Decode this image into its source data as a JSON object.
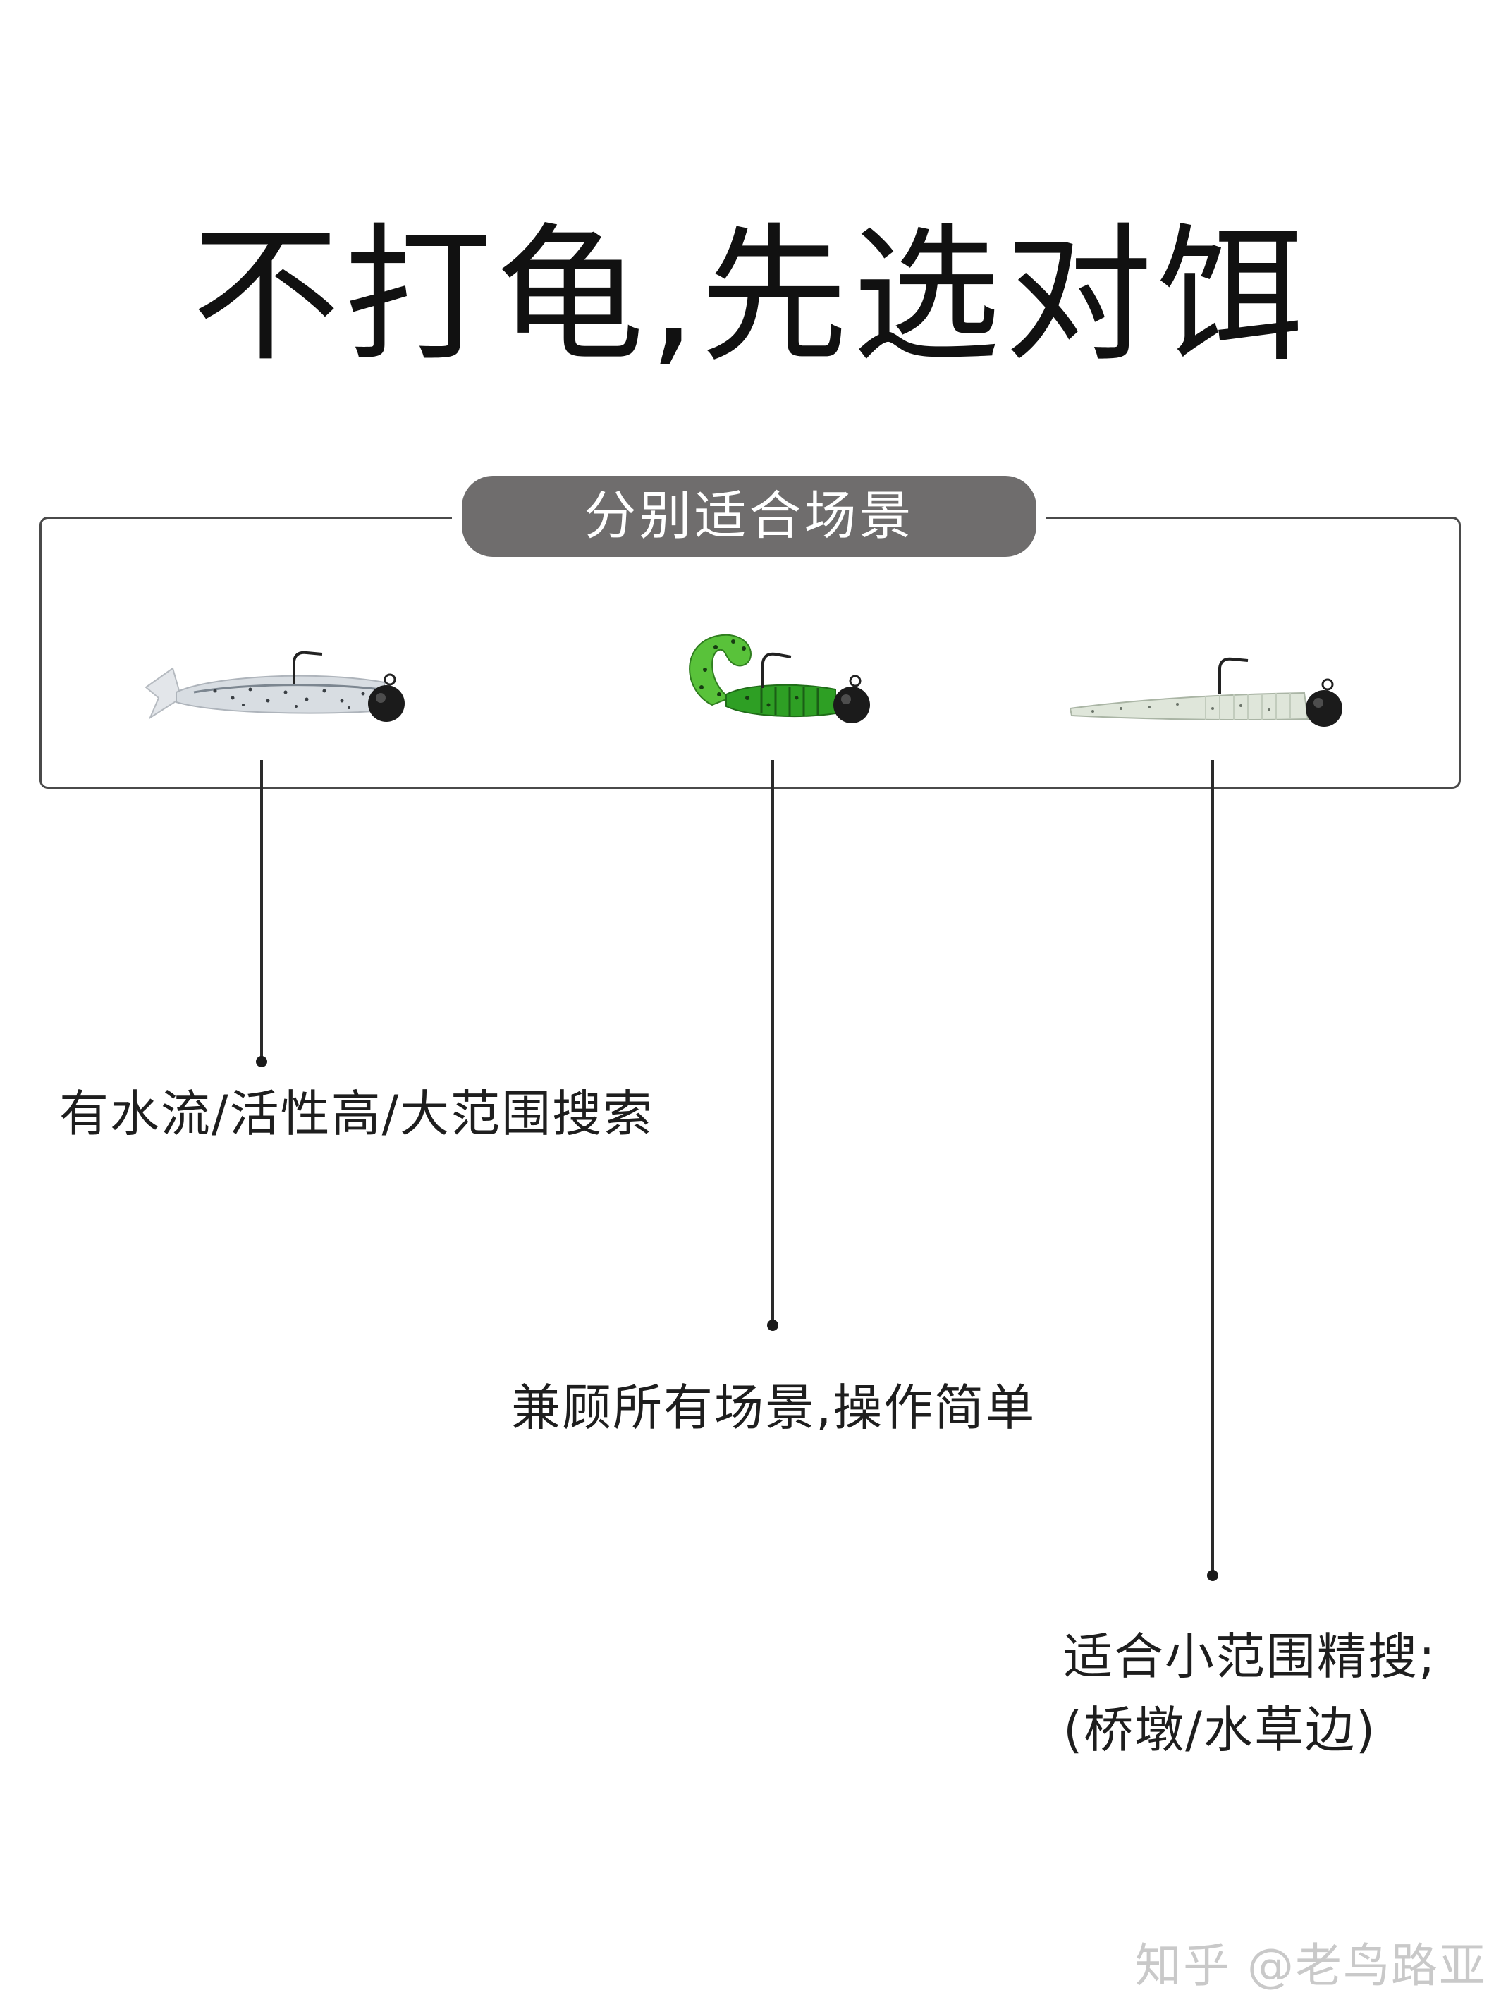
{
  "title": "不打龟,先选对饵",
  "section_label": "分别适合场景",
  "lures": [
    {
      "name": "paddle-tail-shad",
      "description": "有水流/活性高/大范围搜索"
    },
    {
      "name": "curly-tail-grub",
      "description": "兼顾所有场景,操作简单"
    },
    {
      "name": "straight-tail-worm",
      "description_line1": "适合小范围精搜;",
      "description_line2": "(桥墩/水草边)"
    }
  ],
  "watermark": "知乎 @老鸟路亚",
  "colors": {
    "label_bg": "#6f6d6d",
    "lure1_body": "#d8dde2",
    "lure2_body": "#3fae2a",
    "lure3_body": "#dfe6da",
    "jighead": "#1b1b1b"
  }
}
